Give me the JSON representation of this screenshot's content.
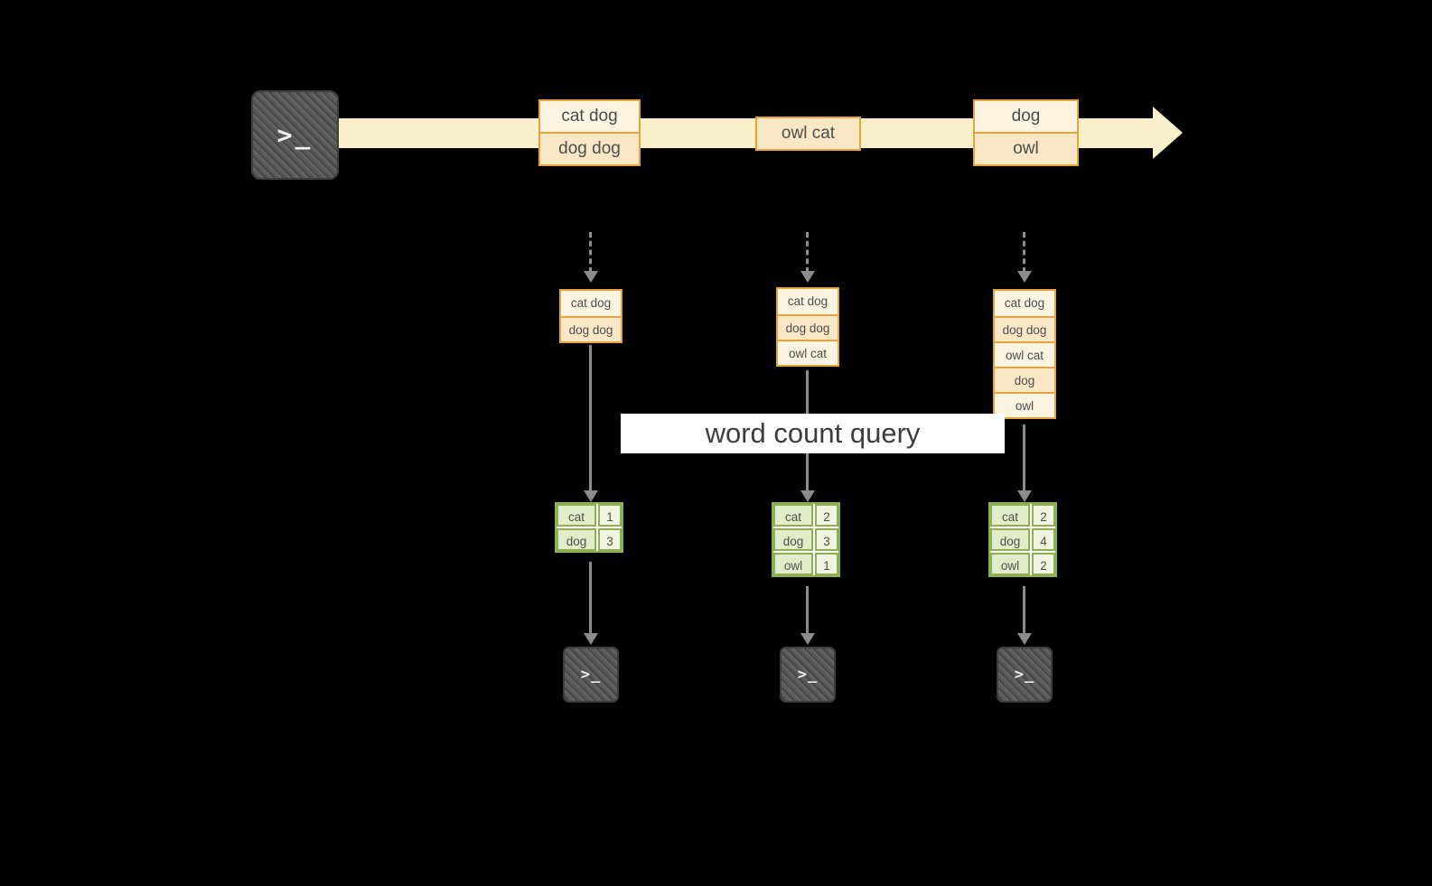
{
  "banner": {
    "label": "word count query"
  },
  "terminal": {
    "glyph": ">_"
  },
  "stream": {
    "batch1": [
      "cat dog",
      "dog dog"
    ],
    "batch2": [
      "owl cat"
    ],
    "batch3": [
      "dog",
      "owl"
    ]
  },
  "inputs": {
    "t1": [
      "cat dog",
      "dog dog"
    ],
    "t2": [
      "cat dog",
      "dog dog",
      "owl cat"
    ],
    "t3": [
      "cat dog",
      "dog dog",
      "owl cat",
      "dog",
      "owl"
    ]
  },
  "results": {
    "t1": [
      {
        "word": "cat",
        "count": "1"
      },
      {
        "word": "dog",
        "count": "3"
      }
    ],
    "t2": [
      {
        "word": "cat",
        "count": "2"
      },
      {
        "word": "dog",
        "count": "3"
      },
      {
        "word": "owl",
        "count": "1"
      }
    ],
    "t3": [
      {
        "word": "cat",
        "count": "2"
      },
      {
        "word": "dog",
        "count": "4"
      },
      {
        "word": "owl",
        "count": "2"
      }
    ]
  },
  "colors": {
    "stream_band": "#FAF0CB",
    "orange_border": "#E8A33D",
    "orange_fill_light": "#FDF4E1",
    "orange_fill_dark": "#FAE7C6",
    "green_border": "#8CB052",
    "green_fill": "#E1EDC9",
    "arrow_gray": "#8C8C8C",
    "terminal_gray": "#585858",
    "background": "#000000"
  }
}
